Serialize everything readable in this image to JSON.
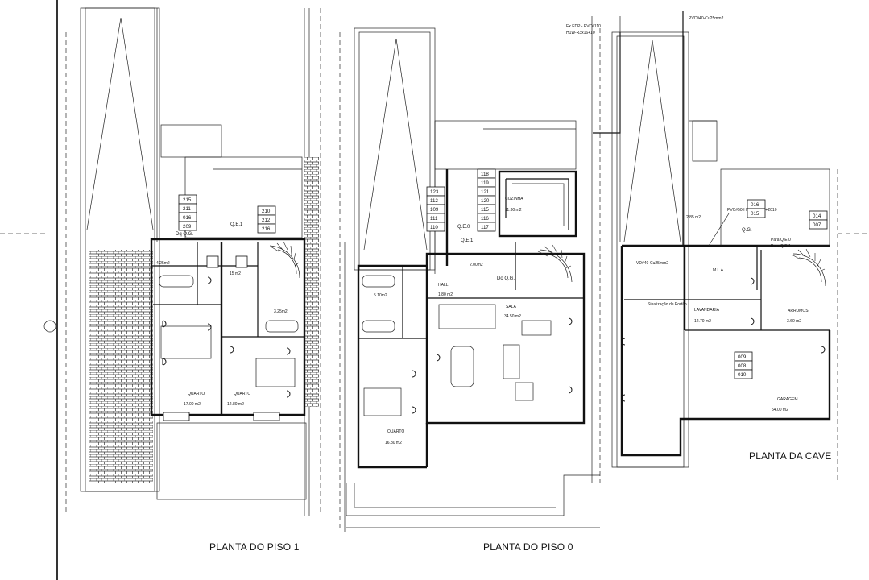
{
  "plans": {
    "piso1": {
      "title": "PLANTA DO PISO 1",
      "rooms": [
        {
          "name": "QUARTO",
          "area": "17.00  m2"
        },
        {
          "name": "QUARTO",
          "area": "12.80  m2"
        },
        {
          "name": "",
          "area": "4.25m2"
        },
        {
          "name": "",
          "area": "15  m2"
        },
        {
          "name": "",
          "area": "3.25m2"
        }
      ],
      "panels": [
        "Dq Q.G.",
        "Q.E.1"
      ],
      "circuits_left": [
        "215",
        "211",
        "016",
        "209"
      ],
      "circuits_right": [
        "210",
        "212",
        "216"
      ]
    },
    "piso0": {
      "title": "PLANTA DO PISO 0",
      "rooms": [
        {
          "name": "COZINHA",
          "area": "11.30  m2"
        },
        {
          "name": "SALA",
          "area": "34.50  m2"
        },
        {
          "name": "QUARTO",
          "area": "16.80  m2"
        },
        {
          "name": "HALL",
          "area": "1.80  m2"
        },
        {
          "name": "",
          "area": "5.10m2"
        },
        {
          "name": "",
          "area": "2.00m2"
        }
      ],
      "panels": [
        "Q.E.0",
        "Q.E.1",
        "Do Q.G."
      ],
      "circuits_kitchen": [
        "118",
        "119",
        "121",
        "120",
        "115",
        "116",
        "117"
      ],
      "circuits_left": [
        "123",
        "112",
        "109",
        "111",
        "110"
      ],
      "supply_line1": "Ex EDP - PVC#110",
      "supply_line2": "H1W-R3x16+10"
    },
    "cave": {
      "title": "PLANTA DA CAVE",
      "rooms": [
        {
          "name": "LAVANDARIA",
          "area": "12.70  m2"
        },
        {
          "name": "ARRUMOS",
          "area": "3.60  m2"
        },
        {
          "name": "GARAGEM",
          "area": "54.00  m2"
        },
        {
          "name": "",
          "area": "2.85  m2"
        }
      ],
      "panels": [
        "Q.G.",
        "Para Q.E.0",
        "Para Q.E.1",
        "M.L.A."
      ],
      "cable_top": "PVC#40-Cu25mm2",
      "cable_feed": "PVC#50-H1W-R3x16+2010",
      "cable_left": "VD#40-Cu25mm2",
      "note": "Sinalização de Portão",
      "circuits_a": [
        "016",
        "015"
      ],
      "circuits_b": [
        "014",
        "007"
      ],
      "circuits_c": [
        "009",
        "008",
        "010"
      ]
    }
  }
}
